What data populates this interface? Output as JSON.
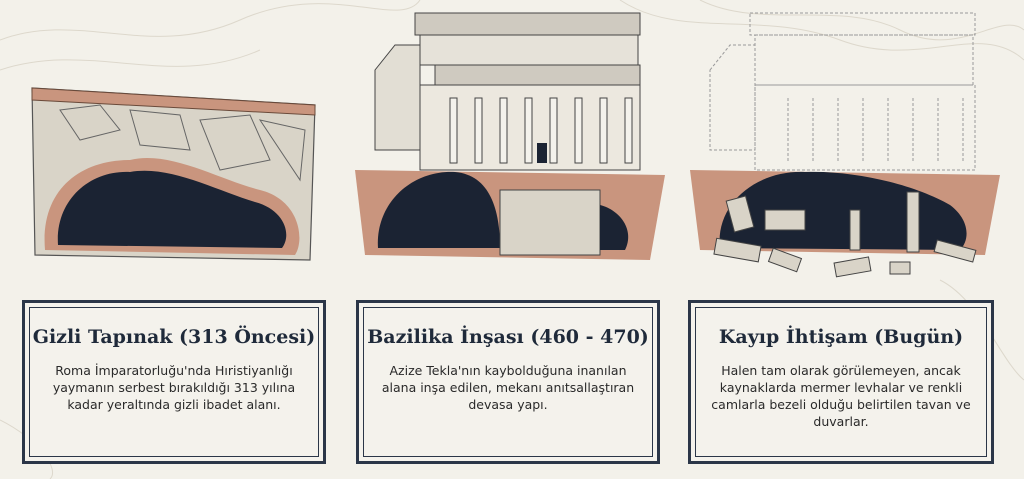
{
  "panels": [
    {
      "title": "Gizli Tapınak (313 Öncesi)",
      "description": "Roma İmparatorluğu'nda Hıristiyanlığı yaymanın serbest bırakıldığı 313 yılına kadar yeraltında gizli ibadet alanı.",
      "illustration": "hidden-cave"
    },
    {
      "title": "Bazilika İnşası (460 - 470)",
      "description": "Azize Tekla'nın kaybolduğuna inanılan alana inşa edilen, mekanı anıtsallaştıran devasa yapı.",
      "illustration": "basilica-over-cave"
    },
    {
      "title": "Kayıp İhtişam (Bugün)",
      "description": "Halen tam olarak görülemeyen, ancak kaynaklarda mermer levhalar ve renkli camlarla bezeli olduğu belirtilen tavan ve duvarlar.",
      "illustration": "ruins-in-cave"
    }
  ],
  "colors": {
    "frame": "#2b3648",
    "cave": "#1b2333",
    "earth": "#c9957e",
    "background": "#f3f1ea"
  }
}
